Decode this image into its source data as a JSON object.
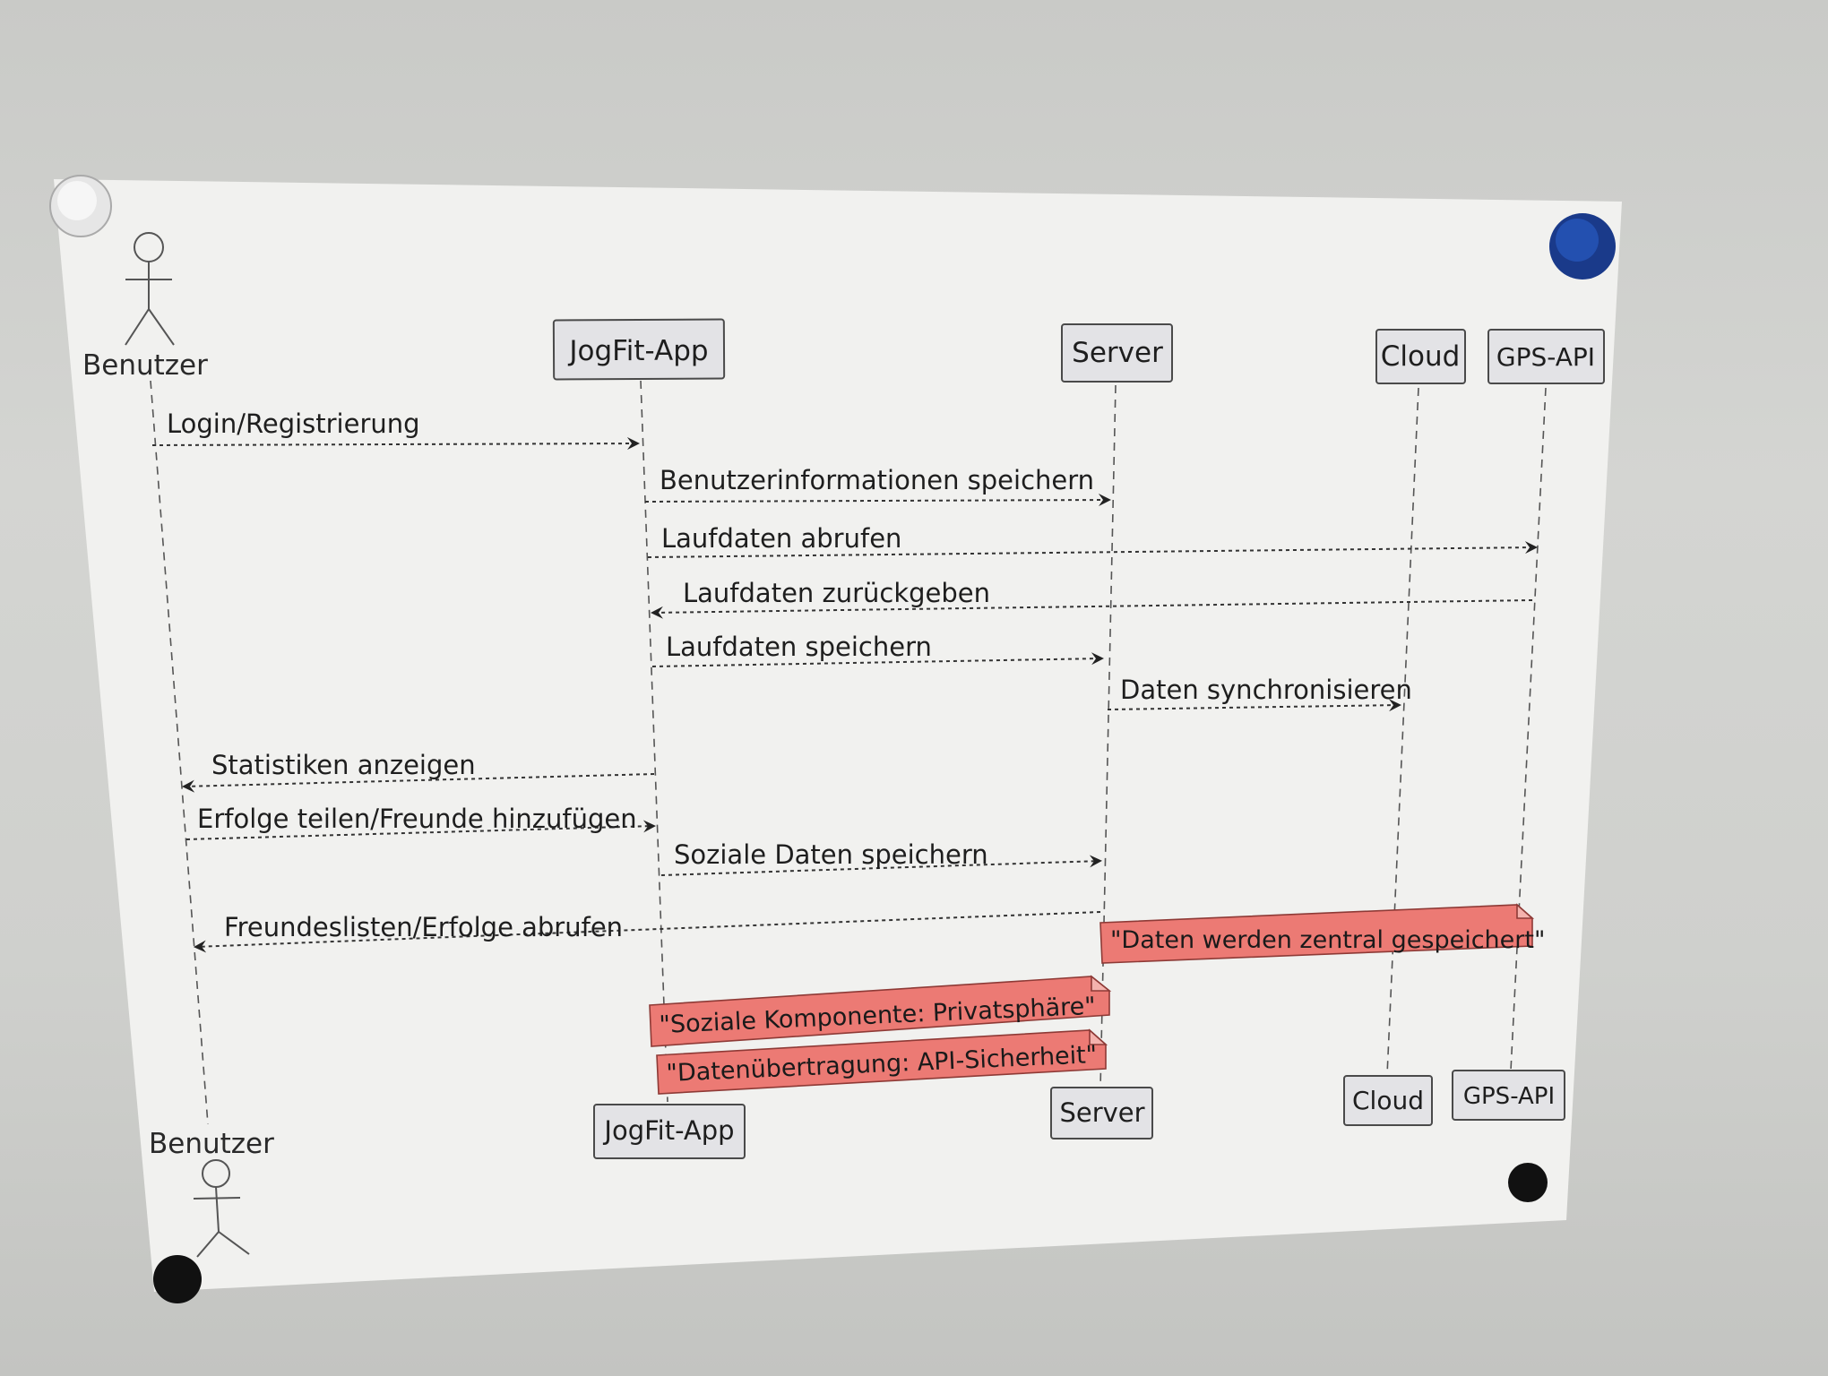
{
  "participants": {
    "user": "Benutzer",
    "app": "JogFit-App",
    "server": "Server",
    "cloud": "Cloud",
    "gps": "GPS-API"
  },
  "messages": [
    {
      "label": "Login/Registrierung",
      "from": "user",
      "to": "app"
    },
    {
      "label": "Benutzerinformationen speichern",
      "from": "app",
      "to": "server"
    },
    {
      "label": "Laufdaten abrufen",
      "from": "app",
      "to": "gps"
    },
    {
      "label": "Laufdaten zurückgeben",
      "from": "gps",
      "to": "app"
    },
    {
      "label": "Laufdaten speichern",
      "from": "app",
      "to": "server"
    },
    {
      "label": "Daten synchronisieren",
      "from": "server",
      "to": "cloud"
    },
    {
      "label": "Statistiken anzeigen",
      "from": "app",
      "to": "user"
    },
    {
      "label": "Erfolge teilen/Freunde hinzufügen",
      "from": "user",
      "to": "app"
    },
    {
      "label": "Soziale Daten speichern",
      "from": "app",
      "to": "server"
    },
    {
      "label": "Freundeslisten/Erfolge abrufen",
      "from": "server",
      "to": "user"
    }
  ],
  "notes": {
    "central": "\"Daten werden zentral gespeichert\"",
    "social": "\"Soziale Komponente: Privatsphäre\"",
    "transfer": "\"Datenübertragung: API-Sicherheit\""
  },
  "colors": {
    "note_fill": "#ec7a74",
    "box_fill": "#e3e3e6",
    "paper": "#f1f1ef"
  }
}
